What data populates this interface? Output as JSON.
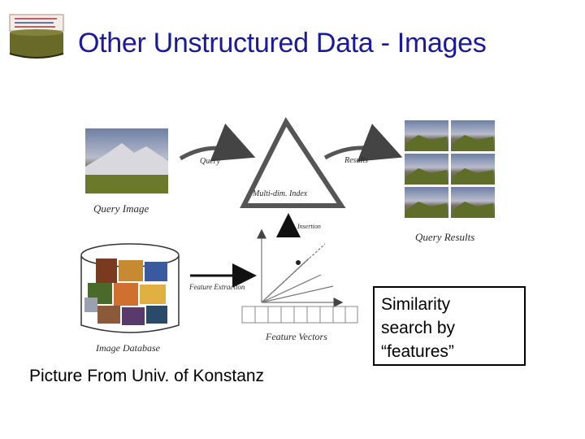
{
  "title": "Other Unstructured Data - Images",
  "diagram": {
    "query_label": "Query",
    "results_label": "Results",
    "index_label": "Multi-dim. Index",
    "query_image_label": "Query Image",
    "query_results_label": "Query Results",
    "insertion_label": "Insertion",
    "feature_extraction_label": "Feature Extraction",
    "feature_vectors_label": "Feature Vectors",
    "image_database_label": "Image Database"
  },
  "credit": "Picture From Univ. of Konstanz",
  "callout": {
    "lines": [
      "Similarity",
      "search by",
      "“features”"
    ]
  },
  "colors": {
    "title": "#1a1a9a",
    "logo_body": "#6a6a28",
    "logo_frame": "#c8b0a0"
  }
}
